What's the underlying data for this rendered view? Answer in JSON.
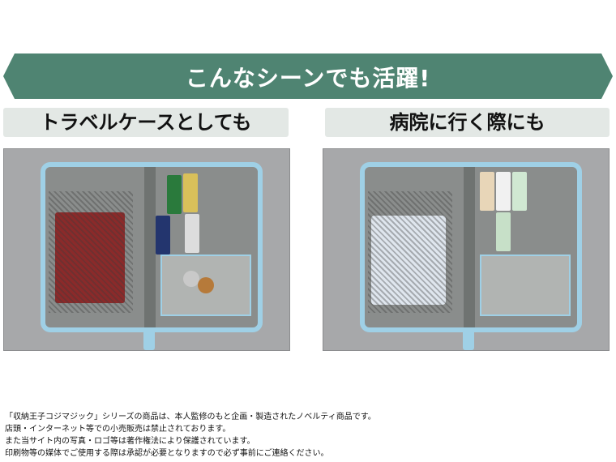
{
  "banner": {
    "title": "こんなシーンでも活躍!"
  },
  "scenes": [
    {
      "label": "トラベルケースとしても"
    },
    {
      "label": "病院に行く際にも"
    }
  ],
  "colors": {
    "banner": "#4f8472",
    "subheader": "#e3e8e5",
    "case_trim": "#9fd0e6"
  },
  "footer": {
    "lines": [
      "「収納王子コジマジック」シリーズの商品は、本人監修のもと企画・製造されたノベルティ商品です。",
      "店頭・インターネット等での小売販売は禁止されております。",
      "また当サイト内の写真・ロゴ等は著作権法により保護されています。",
      "印刷物等の媒体でご使用する際は承認が必要となりますので必ず事前にご連絡ください。"
    ]
  }
}
